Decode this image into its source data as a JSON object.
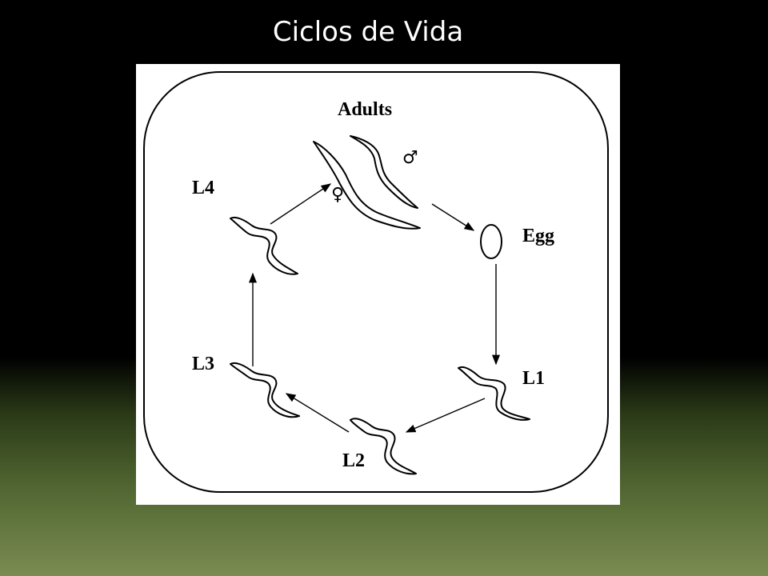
{
  "title": "Ciclos de Vida",
  "diagram": {
    "stages": {
      "adults": "Adults",
      "egg": "Egg",
      "l1": "L1",
      "l2": "L2",
      "l3": "L3",
      "l4": "L4"
    },
    "symbols": {
      "male": "♂",
      "female": "♀"
    },
    "colors": {
      "frame_background": "#ffffff",
      "ink": "#000000"
    }
  }
}
